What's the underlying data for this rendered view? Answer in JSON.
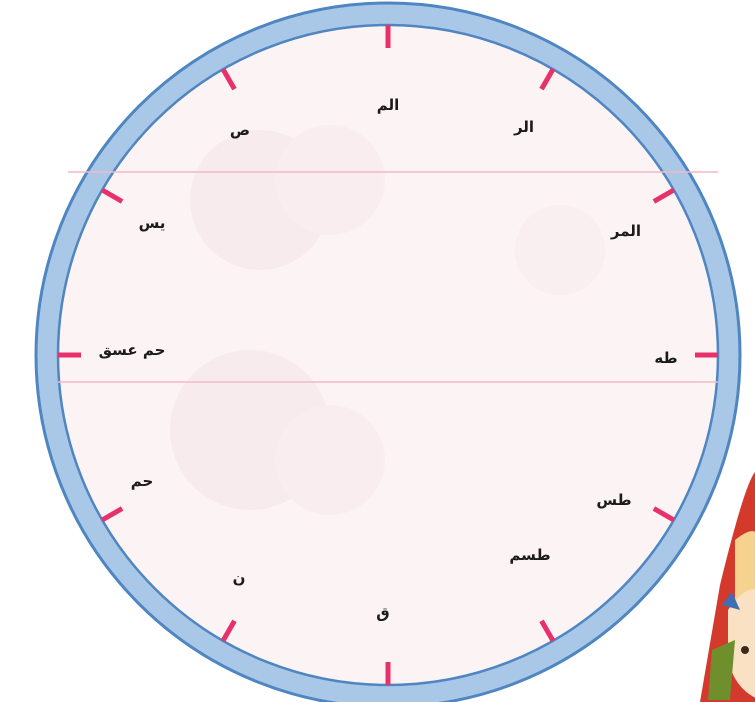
{
  "colors": {
    "ring_outer": "#4f86c2",
    "ring_fill": "#a9c7e6",
    "face": "#fbf3f4",
    "tick": "#e8306a",
    "guide_line": "#f2b9c6",
    "text": "#1b1b1b"
  },
  "labels": [
    {
      "id": "alm",
      "text": "الم"
    },
    {
      "id": "alr",
      "text": "الر"
    },
    {
      "id": "almr",
      "text": "المر"
    },
    {
      "id": "taha",
      "text": "طه"
    },
    {
      "id": "ts",
      "text": "طس"
    },
    {
      "id": "tsm",
      "text": "طسم"
    },
    {
      "id": "qaf",
      "text": "ق"
    },
    {
      "id": "nun",
      "text": "ن"
    },
    {
      "id": "hm",
      "text": "حم"
    },
    {
      "id": "hm-asq",
      "text": "حم عسق"
    },
    {
      "id": "ys",
      "text": "يس"
    },
    {
      "id": "sad",
      "text": "ص"
    }
  ],
  "mascot": "cartoon-child-mascot"
}
